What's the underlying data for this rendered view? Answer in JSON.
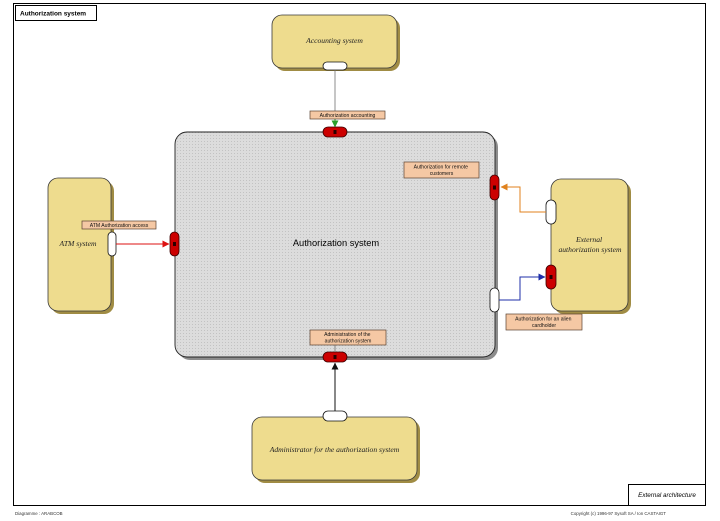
{
  "title_tab": "Authorization system",
  "corner_label": "External architecture",
  "footer": {
    "left": "Diagramme : ARABCOB",
    "right": "Copyright (c)  1996-97 Sysoft SA / Ion CASTAIGT"
  },
  "nodes": {
    "main": {
      "label": "Authorization system"
    },
    "accounting": {
      "label": "Accounting system"
    },
    "atm": {
      "label": "ATM system"
    },
    "external": {
      "lines": [
        "External",
        "authorization system"
      ]
    },
    "admin": {
      "label": "Administrator for the authorization system"
    }
  },
  "flows": {
    "accounting": {
      "lines": [
        "Authorization accounting"
      ]
    },
    "atm": {
      "lines": [
        "ATM Authorization access"
      ]
    },
    "remote": {
      "lines": [
        "Authorization for remote",
        "customers"
      ]
    },
    "alien": {
      "lines": [
        "Authorization for an alien",
        "cardholder"
      ]
    },
    "admin": {
      "lines": [
        "Administration of the",
        "authorization system"
      ]
    }
  },
  "colors": {
    "node_fill": "#EEDC8E",
    "node_shadow": "#A08C44",
    "system_fill": "#DCDCDC",
    "port_red": "#CC0000",
    "label_fill": "#F5C8A4",
    "flow_atm": "#DD1111",
    "flow_remote": "#E0821E",
    "flow_alien": "#1F2FA8",
    "flow_accounting": "#2BA02B",
    "flow_admin": "#111111"
  }
}
